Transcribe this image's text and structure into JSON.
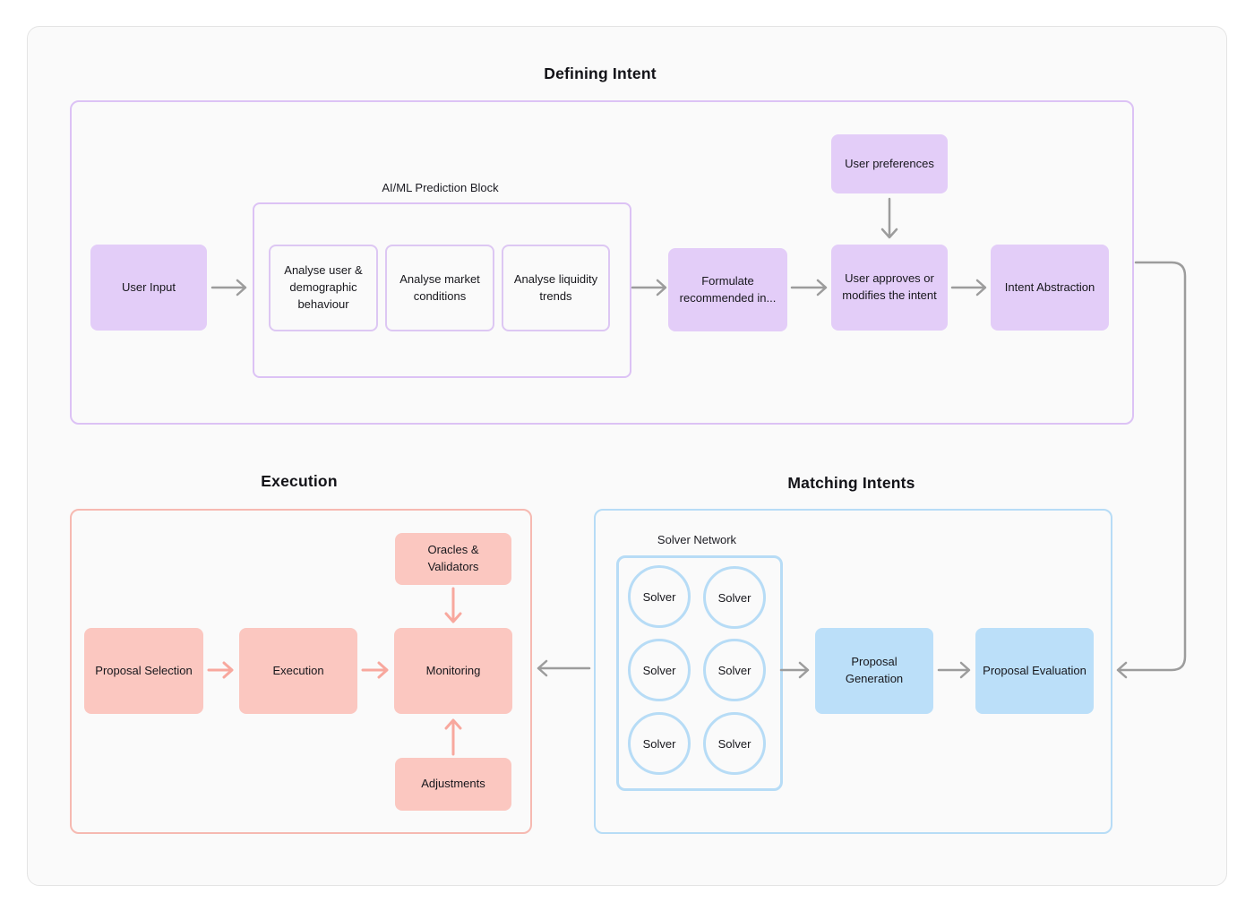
{
  "sections": {
    "defining_intent": {
      "title": "Defining Intent",
      "prediction_block_label": "AI/ML Prediction Block",
      "nodes": {
        "user_input": "User Input",
        "analyse_user": "Analyse user & demographic behaviour",
        "analyse_market": "Analyse market conditions",
        "analyse_liquidity": "Analyse liquidity trends",
        "formulate": "Formulate recommended in...",
        "user_preferences": "User preferences",
        "user_approves": "User approves or modifies the intent",
        "intent_abstraction": "Intent Abstraction"
      }
    },
    "execution": {
      "title": "Execution",
      "nodes": {
        "oracles_validators": "Oracles & Validators",
        "proposal_selection": "Proposal Selection",
        "execution": "Execution",
        "monitoring": "Monitoring",
        "adjustments": "Adjustments"
      }
    },
    "matching_intents": {
      "title": "Matching Intents",
      "solver_network_label": "Solver Network",
      "nodes": {
        "solver": "Solver",
        "proposal_generation": "Proposal Generation",
        "proposal_evaluation": "Proposal Evaluation"
      }
    }
  },
  "colors": {
    "page_bg": "#FFFFFF",
    "panel_bg": "#FAFAFA",
    "panel_border": "#E4E4E4",
    "purple_fill": "#E3CDF8",
    "purple_border": "#DCC2F5",
    "pink_fill": "#FBC7C0",
    "pink_border": "#F6B9B1",
    "pink_arrow": "#F8A89E",
    "blue_fill": "#BBDFF9",
    "blue_border": "#B7DCF6",
    "gray_arrow": "#9C9C9C",
    "text": "#17171C"
  }
}
